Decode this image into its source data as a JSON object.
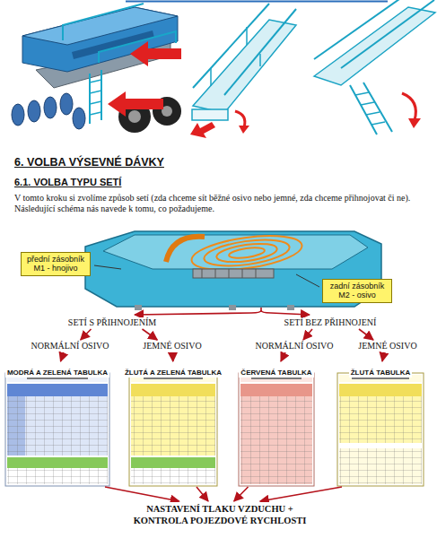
{
  "diagram": {
    "title": "6. VOLBA VÝSEVNÉ DÁVKY",
    "nodes": [
      {
        "text": [
          "přední zásobník M1 - hnojivo"
        ]
      },
      {
        "text": [
          "zadní zásobník M2 - osivo"
        ]
      },
      {
        "text": [
          "SETÍ S PŘIHNOJENÍM"
        ]
      },
      {
        "text": [
          "SETÍ BEZ PŘIHNOJENÍ"
        ]
      },
      {
        "text": [
          "NORMÁLNÍ OSIVO"
        ]
      },
      {
        "text": [
          "JEMNÉ OSIVO"
        ]
      },
      {
        "text": [
          "NORMÁLNÍ OSIVO"
        ]
      },
      {
        "text": [
          "JEMNÉ OSIVO"
        ]
      },
      {
        "text": [
          "MODRÁ A ZELENÁ TABULKA"
        ]
      },
      {
        "text": [
          "ŽLUTÁ A ZELENÁ TABULKA"
        ]
      },
      {
        "text": [
          "ČERVENÁ TABULKA"
        ]
      },
      {
        "text": [
          "ŽLUTÁ TABULKA"
        ]
      },
      {
        "text": [
          "NASTAVENÍ TLAKU VZDUCHU + KONTROLA POJEZDOVÉ RYCHLOSTI"
        ]
      }
    ],
    "edges": [
      {
        "from": 2,
        "to": 4,
        "arrow": "to"
      },
      {
        "from": 2,
        "to": 5,
        "arrow": "to"
      },
      {
        "from": 3,
        "to": 6,
        "arrow": "to"
      },
      {
        "from": 3,
        "to": 7,
        "arrow": "to"
      },
      {
        "from": 4,
        "to": 8,
        "arrow": "to"
      },
      {
        "from": 5,
        "to": 9,
        "arrow": "to"
      },
      {
        "from": 6,
        "to": 10,
        "arrow": "to"
      },
      {
        "from": 7,
        "to": 11,
        "arrow": "to"
      },
      {
        "from": 8,
        "to": 12,
        "arrow": "to"
      },
      {
        "from": 9,
        "to": 12,
        "arrow": "to"
      },
      {
        "from": 10,
        "to": 12,
        "arrow": "to"
      },
      {
        "from": 11,
        "to": 12,
        "arrow": "to"
      }
    ],
    "labels": [
      "6.1. VOLBA TYPU SETÍ",
      "V tomto kroku si zvolíme způsob setí (zda chceme sít běžné osivo nebo jemné, zda chceme přihnojovat či ne). Následující schéma nás navede k tomu, co požadujeme."
    ]
  }
}
